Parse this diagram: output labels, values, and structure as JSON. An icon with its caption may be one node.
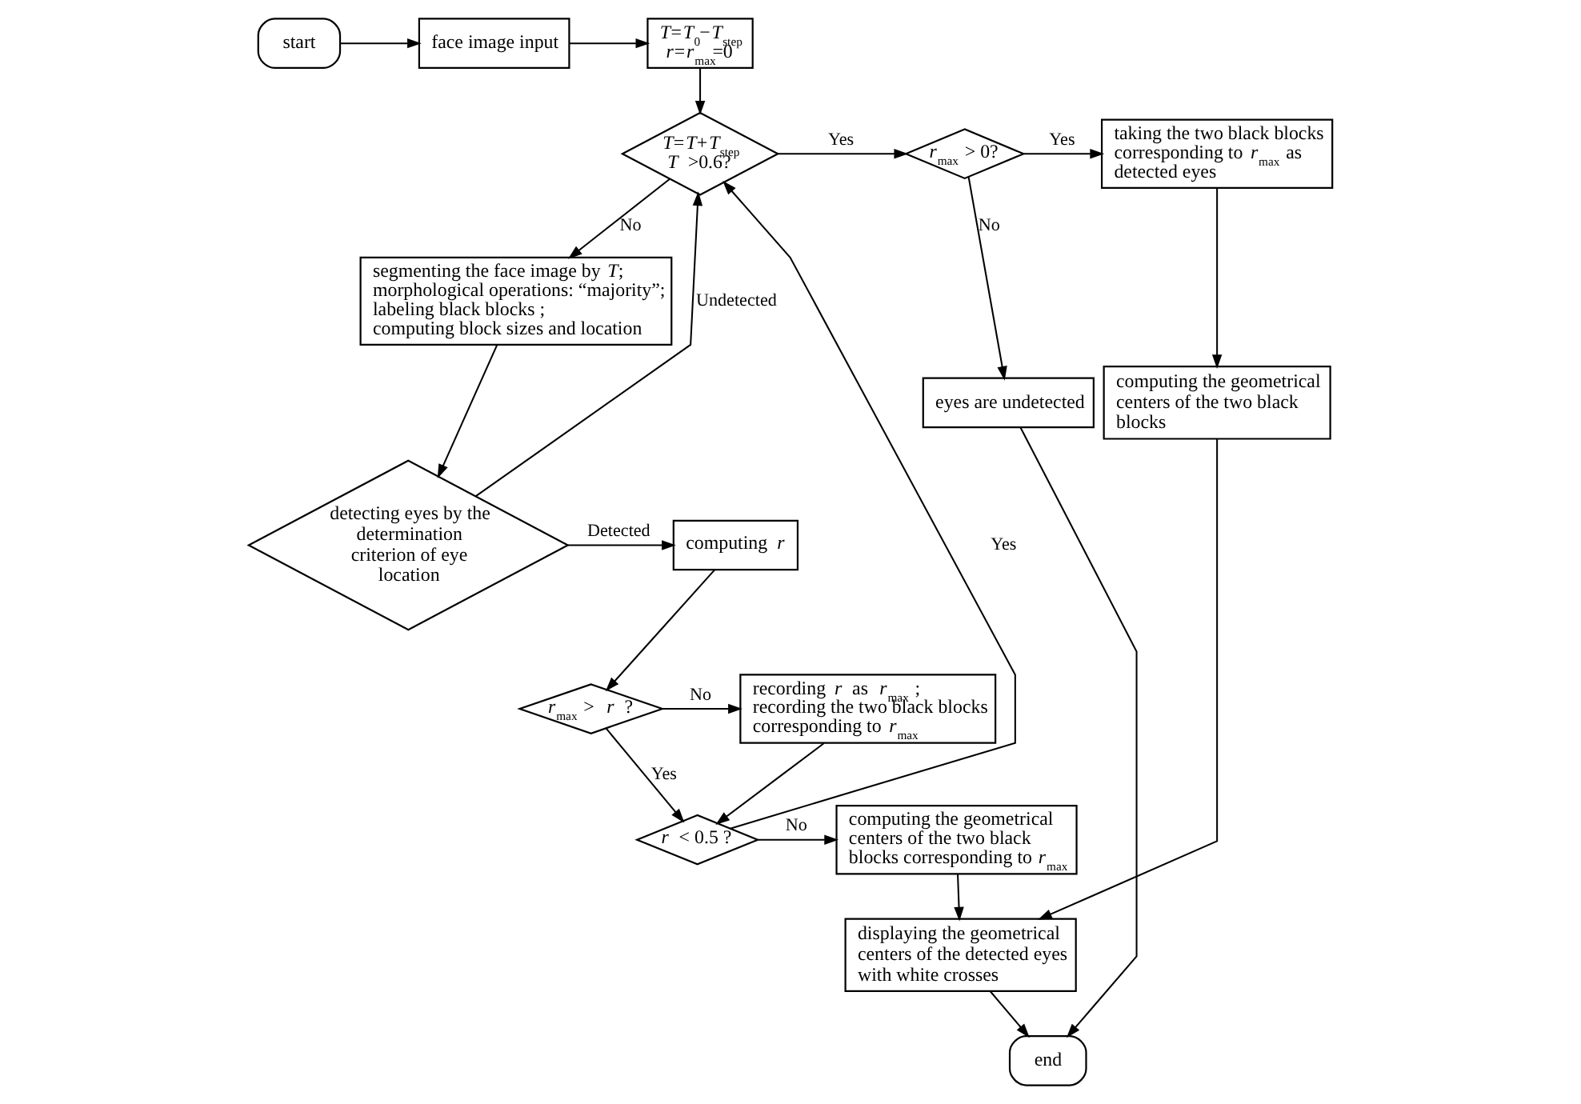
{
  "diagram": {
    "nodes": [
      {
        "text": [
          "start"
        ]
      },
      {
        "text": [
          "face image input"
        ]
      },
      {
        "text": [
          "*T*=*T*$_{0}$−*T*$_{step}$",
          "*r*=*r*$_{max}$=0"
        ]
      },
      {
        "text": [
          "*T*=*T*+*T*$_{step}$",
          "*T* >0.6?"
        ]
      },
      {
        "text": [
          "segmenting the face image by *T*;",
          "morphological operations: “majority”;",
          "labeling black blocks ;",
          "computing block sizes and location"
        ]
      },
      {
        "text": [
          "detecting eyes by the determination criterion of eye location"
        ]
      },
      {
        "text": [
          "computing *r*"
        ]
      },
      {
        "text": [
          "*r*$_{max}$ > *r* ?"
        ]
      },
      {
        "text": [
          "recording *r* as *r*$_{max}$ ;",
          "recording the two black blocks corresponding to *r*$_{max}$"
        ]
      },
      {
        "text": [
          "*r* < 0.5 ?"
        ]
      },
      {
        "text": [
          "computing the geometrical centers of the two black blocks corresponding to *r*$_{max}$"
        ]
      },
      {
        "text": [
          "displaying the geometrical centers of the detected eyes with white crosses"
        ]
      },
      {
        "text": [
          "*r*$_{max}$ > 0?"
        ]
      },
      {
        "text": [
          "taking the two black blocks corresponding to *r*$_{max}$ as detected eyes"
        ]
      },
      {
        "text": [
          "computing the geometrical centers of the two black blocks"
        ]
      },
      {
        "text": [
          "eyes are undetected"
        ]
      },
      {
        "text": [
          "end"
        ]
      }
    ],
    "edges": [
      {
        "from": 0,
        "to": 1,
        "arrow": "to"
      },
      {
        "from": 1,
        "to": 2,
        "arrow": "to"
      },
      {
        "from": 2,
        "to": 3,
        "arrow": "to"
      },
      {
        "from": 3,
        "to": 12,
        "arrow": "to",
        "label": "Yes"
      },
      {
        "from": 3,
        "to": 4,
        "arrow": "to",
        "label": "No"
      },
      {
        "from": 4,
        "to": 5,
        "arrow": "to"
      },
      {
        "from": 5,
        "to": 6,
        "arrow": "to",
        "label": "Detected"
      },
      {
        "from": 5,
        "to": 3,
        "arrow": "to",
        "label": "Undetected"
      },
      {
        "from": 6,
        "to": 7,
        "arrow": "to"
      },
      {
        "from": 7,
        "to": 8,
        "arrow": "to",
        "label": "No"
      },
      {
        "from": 7,
        "to": 9,
        "arrow": "to",
        "label": "Yes"
      },
      {
        "from": 8,
        "to": 9,
        "arrow": "to"
      },
      {
        "from": 9,
        "to": 3,
        "arrow": "to",
        "label": "Yes"
      },
      {
        "from": 9,
        "to": 10,
        "arrow": "to",
        "label": "No"
      },
      {
        "from": 10,
        "to": 11,
        "arrow": "to"
      },
      {
        "from": 11,
        "to": 16,
        "arrow": "to"
      },
      {
        "from": 12,
        "to": 13,
        "arrow": "to",
        "label": "Yes"
      },
      {
        "from": 12,
        "to": 15,
        "arrow": "to",
        "label": "No"
      },
      {
        "from": 15,
        "to": 16,
        "arrow": "to"
      },
      {
        "from": 13,
        "to": 14,
        "arrow": "to"
      },
      {
        "from": 14,
        "to": 11,
        "arrow": "to"
      }
    ]
  }
}
